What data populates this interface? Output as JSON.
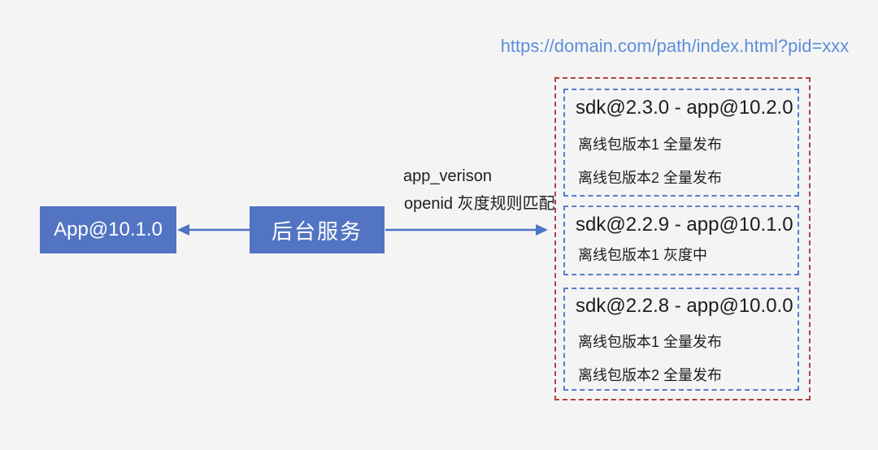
{
  "page": {
    "background_color": "#f5f4f5",
    "url_caption": "https://domain.com/path/index.html?pid=xxx",
    "url_color": "#5c8fd9"
  },
  "nodes": {
    "app": {
      "label": "App@10.1.0",
      "fill_color": "#5274c2",
      "text_color": "#ffffff"
    },
    "backend": {
      "label": "后台服务",
      "fill_color": "#5274c2",
      "text_color": "#ffffff"
    }
  },
  "arrows": {
    "color": "#4a74c6",
    "backend_to_app": {
      "direction": "left"
    },
    "backend_to_panel": {
      "direction": "right",
      "label_line1": "app_verison",
      "label_line2": "openid 灰度规则匹配"
    }
  },
  "release_panel": {
    "border_color": "#ad4343",
    "group_border_color": "#557fc6",
    "groups": [
      {
        "title": "sdk@2.3.0 - app@10.2.0",
        "items": [
          "离线包版本1 全量发布",
          "离线包版本2 全量发布"
        ]
      },
      {
        "title": "sdk@2.2.9 - app@10.1.0",
        "items": [
          "离线包版本1 灰度中"
        ]
      },
      {
        "title": "sdk@2.2.8 - app@10.0.0",
        "items": [
          "离线包版本1 全量发布",
          "离线包版本2 全量发布"
        ]
      }
    ]
  }
}
